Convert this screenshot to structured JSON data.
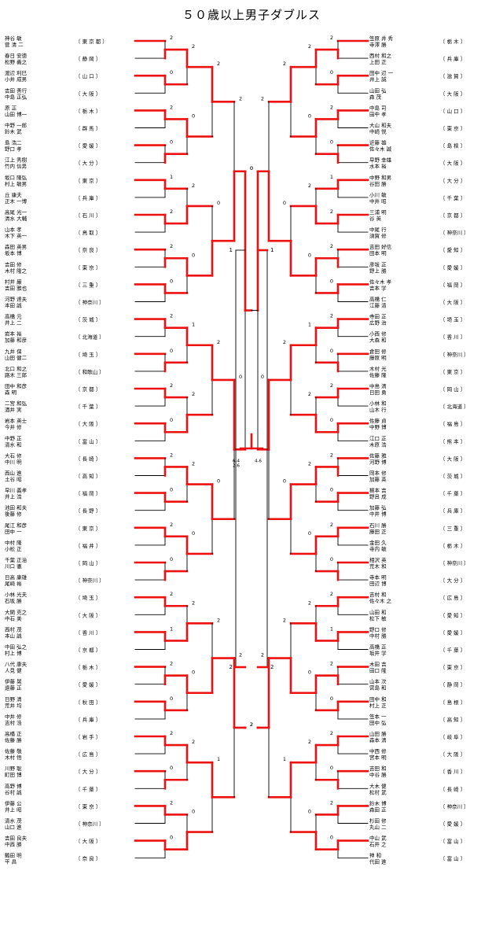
{
  "title": "５０歳以上男子ダブルス",
  "colors": {
    "win": "#ee1111",
    "line": "#000000"
  },
  "left_half": {
    "rows": [
      {
        "names": "神谷 敏",
        "pref": "〔 東 京 都 〕",
        "sub": "菅 清 二"
      },
      {
        "names": "春日 安徳",
        "pref": "〔 静 岡 〕",
        "sub": "松野 義之"
      },
      {
        "names": "渡辺 利巳",
        "pref": "〔 山 口 〕",
        "sub": "小井 成男"
      },
      {
        "names": "吉田 善行",
        "pref": "〔 大 阪 〕",
        "sub": "中島 正弘"
      },
      {
        "names": "原 正",
        "pref": "〔 栃 木 〕",
        "sub": "山田 博一"
      },
      {
        "names": "中野 一郎",
        "pref": "〔 群 馬 〕",
        "sub": "鈴木 武"
      },
      {
        "names": "島 浩二",
        "pref": "〔 愛 媛 〕",
        "sub": "野口 孝"
      },
      {
        "names": "江上 秀樹",
        "pref": "〔 大 分 〕",
        "sub": "竹内 信男"
      },
      {
        "names": "坂口 隆弘",
        "pref": "〔 東 京 〕",
        "sub": "村上 敏男"
      },
      {
        "names": "丘 康夫",
        "pref": "〔 兵 庫 〕",
        "sub": "正木 一博"
      },
      {
        "names": "高尾 光一",
        "pref": "〔 石 川 〕",
        "sub": "清水 大輔"
      },
      {
        "names": "山本 孝",
        "pref": "〔 鳥 取 〕",
        "sub": "木下 英一"
      },
      {
        "names": "森田 英男",
        "pref": "〔 奈 良 〕",
        "sub": "坂本 博"
      },
      {
        "names": "吉田 修",
        "pref": "〔 東 京 〕",
        "sub": "木村 隆之"
      },
      {
        "names": "村井 巌",
        "pref": "〔 三 重 〕",
        "sub": "吉田 雅也"
      },
      {
        "names": "河野 達夫",
        "pref": "〔 神奈川 〕",
        "sub": "本田 誠"
      },
      {
        "names": "高橋 元",
        "pref": "〔 茨 城 〕",
        "sub": "井上 二"
      },
      {
        "names": "岩本 裕",
        "pref": "〔 北海道 〕",
        "sub": "加藤 和彦"
      },
      {
        "names": "九井 保",
        "pref": "〔 埼 玉 〕",
        "sub": "山田 健二"
      },
      {
        "names": "北口 和之",
        "pref": "〔 和歌山 〕",
        "sub": "路木 三郎"
      },
      {
        "names": "田中 和彦",
        "pref": "〔 京 都 〕",
        "sub": "森 明"
      },
      {
        "names": "二宮 和弘",
        "pref": "〔 千 葉 〕",
        "sub": "酒井 実"
      },
      {
        "names": "岩本 英士",
        "pref": "〔 大 阪 〕",
        "sub": "今井 修"
      },
      {
        "names": "中野 正",
        "pref": "〔 富 山 〕",
        "sub": "清水 和"
      },
      {
        "names": "大石 修",
        "pref": "〔 長 崎 〕",
        "sub": "中川 明"
      },
      {
        "names": "西山 進",
        "pref": "〔 高 知 〕",
        "sub": "土谷 昭"
      },
      {
        "names": "早川 義孝",
        "pref": "〔 福 岡 〕",
        "sub": "井上 浩"
      },
      {
        "names": "池田 和夫",
        "pref": "〔 長 野 〕",
        "sub": "後藤 修"
      },
      {
        "names": "尾江 和彦",
        "pref": "〔 東 京 〕",
        "sub": "田中 一"
      },
      {
        "names": "中村 隆",
        "pref": "〔 福 井 〕",
        "sub": "小松 正"
      },
      {
        "names": "千葉 正治",
        "pref": "〔 岡 山 〕",
        "sub": "川口 徹"
      },
      {
        "names": "日高 康雄",
        "pref": "〔 神奈川 〕",
        "sub": "尾崎 裕"
      },
      {
        "names": "小林 光夫",
        "pref": "〔 埼 玉 〕",
        "sub": "石坂 勝"
      },
      {
        "names": "大関 克之",
        "pref": "〔 大 阪 〕",
        "sub": "中石 美"
      },
      {
        "names": "西村 茂",
        "pref": "〔 香 川 〕",
        "sub": "本山 誠"
      },
      {
        "names": "中田 弘之",
        "pref": "〔 京 都 〕",
        "sub": "村上 博"
      },
      {
        "names": "八代 康夫",
        "pref": "〔 栃 木 〕",
        "sub": "人見 健"
      },
      {
        "names": "伊藤 晃",
        "pref": "〔 愛 媛 〕",
        "sub": "遠藤 正"
      },
      {
        "names": "日野 清",
        "pref": "〔 秋 田 〕",
        "sub": "荒井 均"
      },
      {
        "names": "中井 修",
        "pref": "〔 兵 庫 〕",
        "sub": "吉村 浩"
      },
      {
        "names": "高橋 正",
        "pref": "〔 岩 手 〕",
        "sub": "佐藤 勝"
      },
      {
        "names": "佐藤 敬",
        "pref": "〔 広 島 〕",
        "sub": "木村 悟"
      },
      {
        "names": "川野 聡",
        "pref": "〔 大 分 〕",
        "sub": "町田 博"
      },
      {
        "names": "高野 博",
        "pref": "〔 千 葉 〕",
        "sub": "谷村 誠"
      },
      {
        "names": "伊藤 公",
        "pref": "〔 東 京 〕",
        "sub": "井上 昭"
      },
      {
        "names": "清水 茂",
        "pref": "〔 神奈川 〕",
        "sub": "山口 進"
      },
      {
        "names": "吉田 良夫",
        "pref": "〔 大 阪 〕",
        "sub": "中西 勝"
      },
      {
        "names": "鶴田 明",
        "pref": "〔 奈 良 〕",
        "sub": "平 昌"
      }
    ]
  },
  "right_half": {
    "rows": [
      {
        "names": "笠原 井 秀",
        "pref": "〔 栃 木 〕",
        "sub": "寺澤 勝"
      },
      {
        "names": "西村 和之",
        "pref": "〔 兵 庫 〕",
        "sub": "上田 正"
      },
      {
        "names": "田中 辺 一",
        "pref": "〔 滋 賀 〕",
        "sub": "井上 誠"
      },
      {
        "names": "山田 弘",
        "pref": "〔 大 阪 〕",
        "sub": "森 茂"
      },
      {
        "names": "中島 司",
        "pref": "〔 山 口 〕",
        "sub": "田中 孝"
      },
      {
        "names": "大山 和夫",
        "pref": "〔 東 京 〕",
        "sub": "中崎 悦"
      },
      {
        "names": "近藤 雄",
        "pref": "〔 島 根 〕",
        "sub": "佐々木 誠"
      },
      {
        "names": "早野 幸雄",
        "pref": "〔 大 阪 〕",
        "sub": "水本 裕"
      },
      {
        "names": "中野 和男",
        "pref": "〔 大 分 〕",
        "sub": "谷田 勝"
      },
      {
        "names": "小川 敏",
        "pref": "〔 千 葉 〕",
        "sub": "中井 昭"
      },
      {
        "names": "三浦 明",
        "pref": "〔 京 都 〕",
        "sub": "谷 英"
      },
      {
        "names": "中尾 行",
        "pref": "〔 神奈川 〕",
        "sub": "須賀 修"
      },
      {
        "names": "吉田 好信",
        "pref": "〔 愛 知 〕",
        "sub": "田本 明"
      },
      {
        "names": "彦坂 正",
        "pref": "〔 愛 媛 〕",
        "sub": "野上 勝"
      },
      {
        "names": "佐々木 孝",
        "pref": "〔 福 岡 〕",
        "sub": "吉本 学"
      },
      {
        "names": "高橋 仁",
        "pref": "〔 大 阪 〕",
        "sub": "江藤 清"
      },
      {
        "names": "寺田 正",
        "pref": "〔 埼 玉 〕",
        "sub": "広野 治"
      },
      {
        "names": "小西 修",
        "pref": "〔 香 川 〕",
        "sub": "大森 和"
      },
      {
        "names": "倉田 修",
        "pref": "〔 神奈川 〕",
        "sub": "藤原 明"
      },
      {
        "names": "木村 光",
        "pref": "〔 東 京 〕",
        "sub": "佐藤 隆"
      },
      {
        "names": "中島 清",
        "pref": "〔 岡 山 〕",
        "sub": "日田 勇"
      },
      {
        "names": "小林 和",
        "pref": "〔 北海道 〕",
        "sub": "山木 行"
      },
      {
        "names": "佐藤 貞",
        "pref": "〔 福 島 〕",
        "sub": "中野 博"
      },
      {
        "names": "江口 正",
        "pref": "〔 熊 本 〕",
        "sub": "木原 浩"
      },
      {
        "names": "佐藤 雅",
        "pref": "〔 大 阪 〕",
        "sub": "河野 博"
      },
      {
        "names": "岡本 修",
        "pref": "〔 茨 城 〕",
        "sub": "加藤 英"
      },
      {
        "names": "梶本 吉",
        "pref": "〔 千 葉 〕",
        "sub": "野呂 成"
      },
      {
        "names": "加藤 弘",
        "pref": "〔 兵 庫 〕",
        "sub": "中井 博"
      },
      {
        "names": "石川 勝",
        "pref": "〔 三 重 〕",
        "sub": "藤田 正"
      },
      {
        "names": "金田 久",
        "pref": "〔 栃 木 〕",
        "sub": "寺内 敏"
      },
      {
        "names": "相沢 英",
        "pref": "〔 神奈川 〕",
        "sub": "荒木 和"
      },
      {
        "names": "寺本 明",
        "pref": "〔 大 分 〕",
        "sub": "田辺 博"
      },
      {
        "names": "吉村 和",
        "pref": "〔 広 島 〕",
        "sub": "佐々木 之"
      },
      {
        "names": "山田 和",
        "pref": "〔 愛 知 〕",
        "sub": "松下 敏"
      },
      {
        "names": "野口 修",
        "pref": "〔 愛 媛 〕",
        "sub": "中村 勝"
      },
      {
        "names": "高橋 正",
        "pref": "〔 千 葉 〕",
        "sub": "坂井 学"
      },
      {
        "names": "木田 吉",
        "pref": "〔 東 京 〕",
        "sub": "田口 隆"
      },
      {
        "names": "山本 次",
        "pref": "〔 静 岡 〕",
        "sub": "宮島 和"
      },
      {
        "names": "田中 和",
        "pref": "〔 島 根 〕",
        "sub": "村上 正"
      },
      {
        "names": "笠本 一",
        "pref": "〔 高 知 〕",
        "sub": "田中 弘"
      },
      {
        "names": "山田 勝",
        "pref": "〔 岐 阜 〕",
        "sub": "森本 清"
      },
      {
        "names": "中西 修",
        "pref": "〔 大 阪 〕",
        "sub": "宮本 明"
      },
      {
        "names": "吉田 和",
        "pref": "〔 香 川 〕",
        "sub": "中谷 勝"
      },
      {
        "names": "大木 健",
        "pref": "〔 長 崎 〕",
        "sub": "松村 武"
      },
      {
        "names": "鈴木 博",
        "pref": "〔 神奈川 〕",
        "sub": "森田 正"
      },
      {
        "names": "杉田 修",
        "pref": "〔 愛 媛 〕",
        "sub": "丸山 二"
      },
      {
        "names": "中山 武",
        "pref": "〔 富 山 〕",
        "sub": "石井 之"
      },
      {
        "names": "神 和",
        "pref": "〔 富 山 〕",
        "sub": "代田 進"
      }
    ]
  },
  "scores": {
    "r1": [
      "2",
      "0",
      "2",
      "0",
      "1",
      "2",
      "2",
      "0",
      "2",
      "0",
      "2",
      "0",
      "2",
      "0",
      "2",
      "0",
      "2",
      "1",
      "2",
      "0",
      "2",
      "0",
      "2",
      "0"
    ],
    "r2": [
      "2",
      "1",
      "2",
      "0",
      "0",
      "2",
      "2",
      "1",
      "2",
      "0",
      "1",
      "2"
    ],
    "r3": [
      "2",
      "1",
      "0",
      "2",
      "2",
      "0"
    ],
    "semi": [
      "1",
      "2",
      "1",
      "2"
    ],
    "final": [
      "0",
      "2"
    ],
    "center_text": [
      "6-4",
      "4-6",
      "2-6"
    ]
  }
}
